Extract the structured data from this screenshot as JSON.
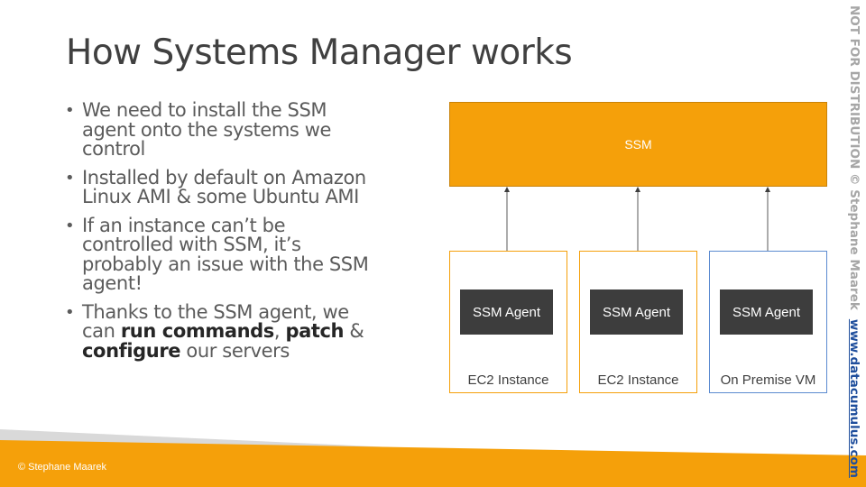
{
  "slide": {
    "title": "How Systems Manager works",
    "bullets": [
      {
        "parts": [
          {
            "text": "We need to install the SSM agent onto the systems we control",
            "bold": false
          }
        ]
      },
      {
        "parts": [
          {
            "text": "Installed by default on Amazon Linux AMI & some Ubuntu AMI",
            "bold": false
          }
        ]
      },
      {
        "parts": [
          {
            "text": "If an instance can’t be controlled with SSM, it’s probably an issue with the SSM agent!",
            "bold": false
          }
        ]
      },
      {
        "parts": [
          {
            "text": "Thanks to the SSM agent, we can ",
            "bold": false
          },
          {
            "text": "run commands",
            "bold": true
          },
          {
            "text": ", ",
            "bold": false
          },
          {
            "text": "patch",
            "bold": true
          },
          {
            "text": " & ",
            "bold": false
          },
          {
            "text": "configure",
            "bold": true
          },
          {
            "text": " our servers",
            "bold": false
          }
        ]
      }
    ]
  },
  "diagram": {
    "ssm_label": "SSM",
    "hosts": [
      {
        "agent": "SSM Agent",
        "label": "EC2 Instance",
        "border": "orange"
      },
      {
        "agent": "SSM Agent",
        "label": "EC2 Instance",
        "border": "orange"
      },
      {
        "agent": "SSM Agent",
        "label": "On Premise VM",
        "border": "blue"
      }
    ]
  },
  "footer": {
    "copyright": "© Stephane Maarek"
  },
  "side": {
    "notice": "NOT FOR DISTRIBUTION © Stephane Maarek",
    "link": "www.datacumulus.com"
  },
  "colors": {
    "accent": "#f5a00a",
    "agent": "#3d3d3d",
    "onprem_border": "#5b8bd0",
    "link": "#1f4e9c"
  }
}
